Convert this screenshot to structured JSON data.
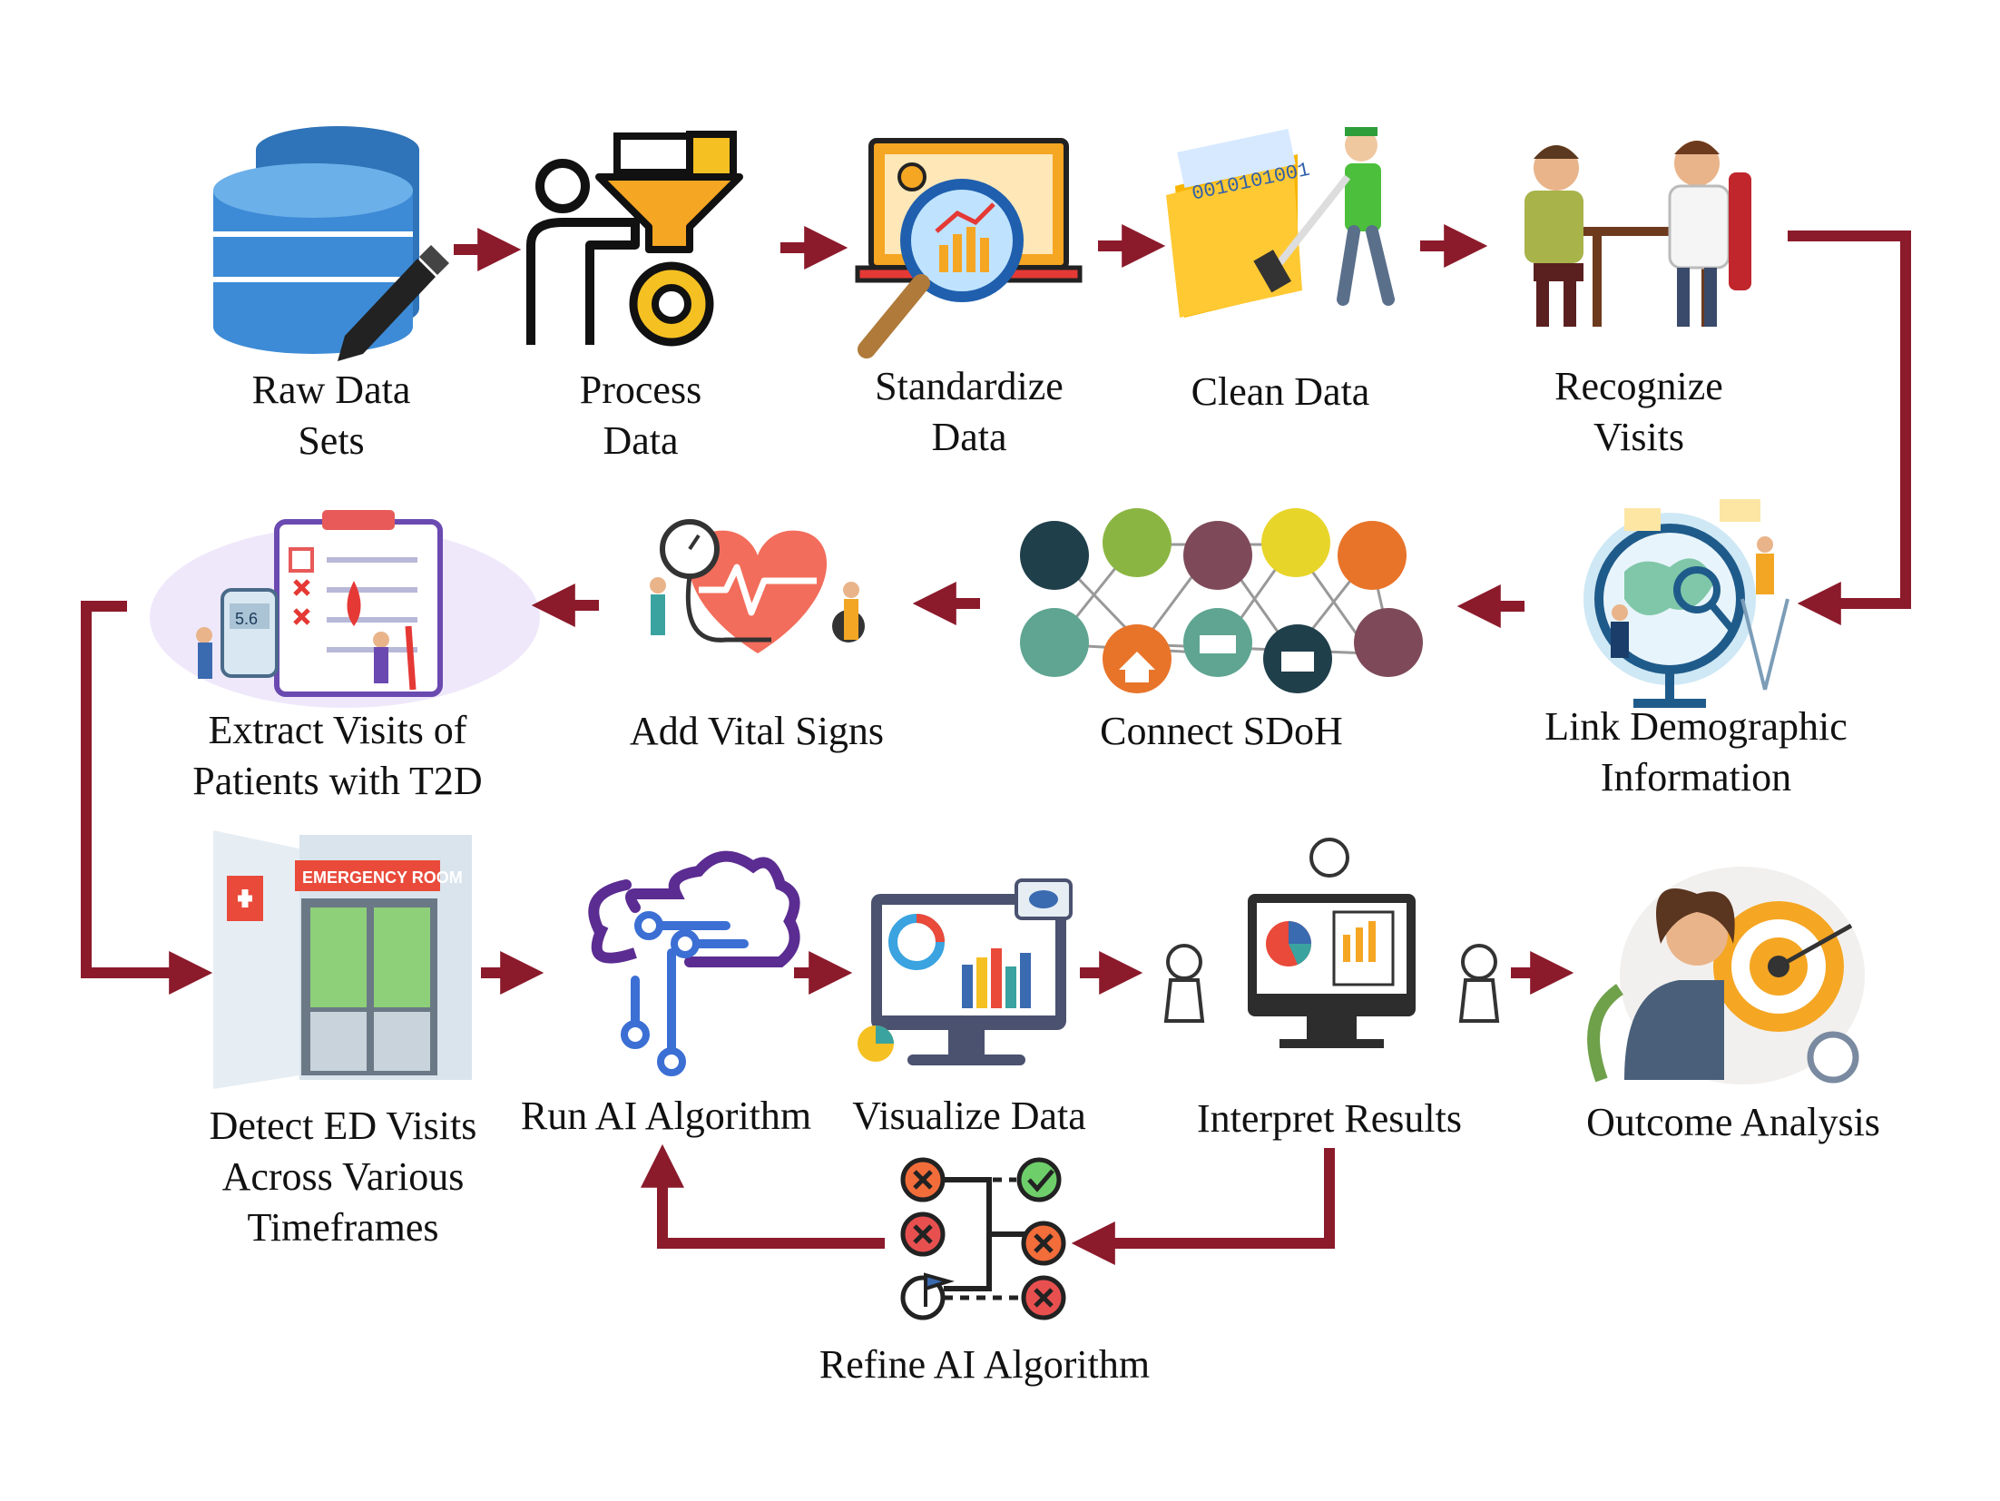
{
  "steps": {
    "raw_data_sets": {
      "line1": "Raw Data",
      "line2": "Sets"
    },
    "process_data": {
      "line1": "Process",
      "line2": "Data"
    },
    "standardize_data": {
      "line1": "Standardize",
      "line2": "Data"
    },
    "clean_data": {
      "line1": "Clean Data"
    },
    "recognize_visits": {
      "line1": "Recognize",
      "line2": "Visits"
    },
    "link_demographic": {
      "line1": "Link Demographic",
      "line2": "Information"
    },
    "connect_sdoh": {
      "line1": "Connect SDoH"
    },
    "add_vital_signs": {
      "line1": "Add Vital Signs"
    },
    "extract_visits": {
      "line1": "Extract Visits of",
      "line2": "Patients with T2D"
    },
    "detect_ed_visits": {
      "line1": "Detect ED Visits",
      "line2": "Across Various",
      "line3": "Timeframes"
    },
    "run_ai": {
      "line1": "Run AI Algorithm"
    },
    "visualize_data": {
      "line1": "Visualize Data"
    },
    "interpret_results": {
      "line1": "Interpret Results"
    },
    "outcome_analysis": {
      "line1": "Outcome Analysis"
    },
    "refine_ai": {
      "line1": "Refine AI Algorithm"
    }
  },
  "illustration_text": {
    "binary": "0010101001",
    "emergency_room": "EMERGENCY ROOM",
    "glucose": "5.6"
  },
  "colors": {
    "arrow": "#8b1a2b",
    "accent_orange": "#f5a623",
    "accent_blue": "#3b7fc4",
    "accent_purple": "#5b2c91"
  }
}
